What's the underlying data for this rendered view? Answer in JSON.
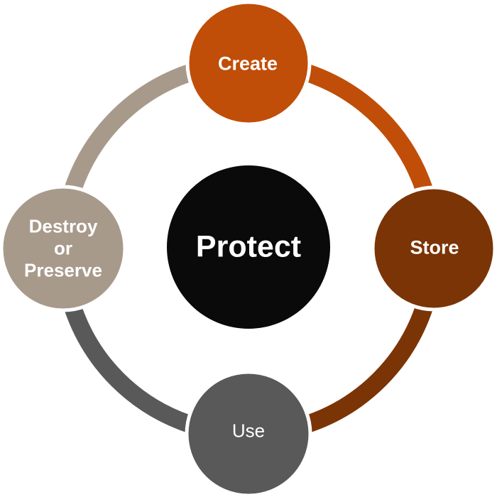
{
  "diagram": {
    "title": "information-lifecycle-cycle",
    "background_color": "#ffffff",
    "label_text_color": "#ffffff",
    "center": {
      "label": "Protect",
      "color": "#0a0a0a"
    },
    "nodes": [
      {
        "id": "create",
        "label": "Create",
        "position": "top",
        "color": "#c04e08"
      },
      {
        "id": "store",
        "label": "Store",
        "position": "right",
        "color": "#7b3405"
      },
      {
        "id": "use",
        "label": "Use",
        "position": "bottom",
        "color": "#595959"
      },
      {
        "id": "destroy",
        "label": "Destroy\nor\nPreserve",
        "position": "left",
        "color": "#a89a8b"
      }
    ],
    "arcs": [
      {
        "from": "create",
        "to": "store",
        "color": "#c04e08"
      },
      {
        "from": "store",
        "to": "use",
        "color": "#7b3405"
      },
      {
        "from": "use",
        "to": "destroy",
        "color": "#595959"
      },
      {
        "from": "destroy",
        "to": "create",
        "color": "#a89a8b"
      }
    ],
    "node_border_color": "#ffffff"
  }
}
